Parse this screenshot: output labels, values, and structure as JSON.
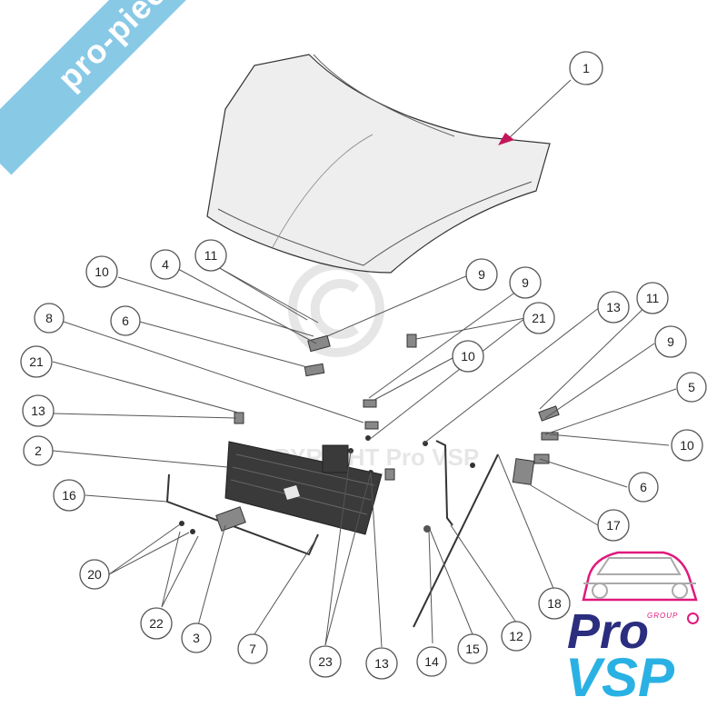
{
  "watermark": {
    "banner_text": "pro-piece-vsp.com",
    "copyright_text": "COPYRIGHT Pro VSP"
  },
  "logo": {
    "group_label": "GROUP",
    "word1": "Pro",
    "word2": "VSP",
    "brand_colors": {
      "pink": "#e0197d",
      "navy": "#2b2d7e",
      "sky": "#2ab1e4"
    }
  },
  "callouts": [
    {
      "id": "c1",
      "label": "1"
    },
    {
      "id": "c11a",
      "label": "11"
    },
    {
      "id": "c4",
      "label": "4"
    },
    {
      "id": "c10a",
      "label": "10"
    },
    {
      "id": "c9a",
      "label": "9"
    },
    {
      "id": "c9b",
      "label": "9"
    },
    {
      "id": "c8",
      "label": "8"
    },
    {
      "id": "c6a",
      "label": "6"
    },
    {
      "id": "c21a",
      "label": "21"
    },
    {
      "id": "c21b",
      "label": "21"
    },
    {
      "id": "c13a",
      "label": "13"
    },
    {
      "id": "c11b",
      "label": "11"
    },
    {
      "id": "c10b",
      "label": "10"
    },
    {
      "id": "c9c",
      "label": "9"
    },
    {
      "id": "c13b",
      "label": "13"
    },
    {
      "id": "c5",
      "label": "5"
    },
    {
      "id": "c2",
      "label": "2"
    },
    {
      "id": "c10c",
      "label": "10"
    },
    {
      "id": "c16",
      "label": "16"
    },
    {
      "id": "c6b",
      "label": "6"
    },
    {
      "id": "c17",
      "label": "17"
    },
    {
      "id": "c20",
      "label": "20"
    },
    {
      "id": "c22",
      "label": "22"
    },
    {
      "id": "c3",
      "label": "3"
    },
    {
      "id": "c7",
      "label": "7"
    },
    {
      "id": "c23",
      "label": "23"
    },
    {
      "id": "c13c",
      "label": "13"
    },
    {
      "id": "c14",
      "label": "14"
    },
    {
      "id": "c15",
      "label": "15"
    },
    {
      "id": "c12",
      "label": "12"
    },
    {
      "id": "c18",
      "label": "18"
    }
  ]
}
